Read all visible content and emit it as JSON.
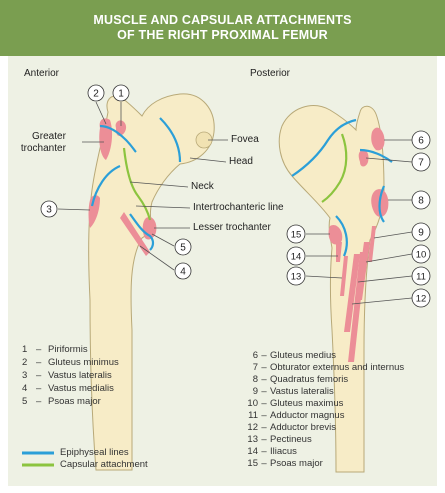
{
  "title": {
    "line1": "MUSCLE AND CAPSULAR ATTACHMENTS",
    "line2": "OF THE RIGHT PROXIMAL FEMUR"
  },
  "views": {
    "anterior": "Anterior",
    "posterior": "Posterior"
  },
  "anterior_labels": {
    "greater_trochanter_1": "Greater",
    "greater_trochanter_2": "trochanter",
    "fovea": "Fovea",
    "head": "Head",
    "neck": "Neck",
    "intertrochanteric_line": "Intertrochanteric line",
    "lesser_trochanter": "Lesser trochanter"
  },
  "callout_numbers": [
    "1",
    "2",
    "3",
    "4",
    "5",
    "6",
    "7",
    "8",
    "9",
    "10",
    "11",
    "12",
    "13",
    "14",
    "15"
  ],
  "anterior_legend": [
    {
      "num": "1",
      "name": "Piriformis"
    },
    {
      "num": "2",
      "name": "Gluteus minimus"
    },
    {
      "num": "3",
      "name": "Vastus lateralis"
    },
    {
      "num": "4",
      "name": "Vastus medialis"
    },
    {
      "num": "5",
      "name": "Psoas major"
    }
  ],
  "posterior_legend": [
    {
      "num": "6",
      "name": "Gluteus medius"
    },
    {
      "num": "7",
      "name": "Obturator externus and internus"
    },
    {
      "num": "8",
      "name": "Quadratus femoris"
    },
    {
      "num": "9",
      "name": "Vastus lateralis"
    },
    {
      "num": "10",
      "name": "Gluteus maximus"
    },
    {
      "num": "11",
      "name": "Adductor magnus"
    },
    {
      "num": "12",
      "name": "Adductor brevis"
    },
    {
      "num": "13",
      "name": "Pectineus"
    },
    {
      "num": "14",
      "name": "Iliacus"
    },
    {
      "num": "15",
      "name": "Psoas major"
    }
  ],
  "line_key": [
    {
      "label": "Epiphyseal lines",
      "color": "#2b9fd8"
    },
    {
      "label": "Capsular attachment",
      "color": "#8cc43f"
    }
  ],
  "colors": {
    "header": "#7a9e50",
    "panel": "#eef1e4",
    "bone": "#f7ecc7",
    "muscle": "#ec8e97",
    "epiphyseal": "#2b9fd8",
    "capsular": "#8cc43f"
  },
  "dash": "–"
}
